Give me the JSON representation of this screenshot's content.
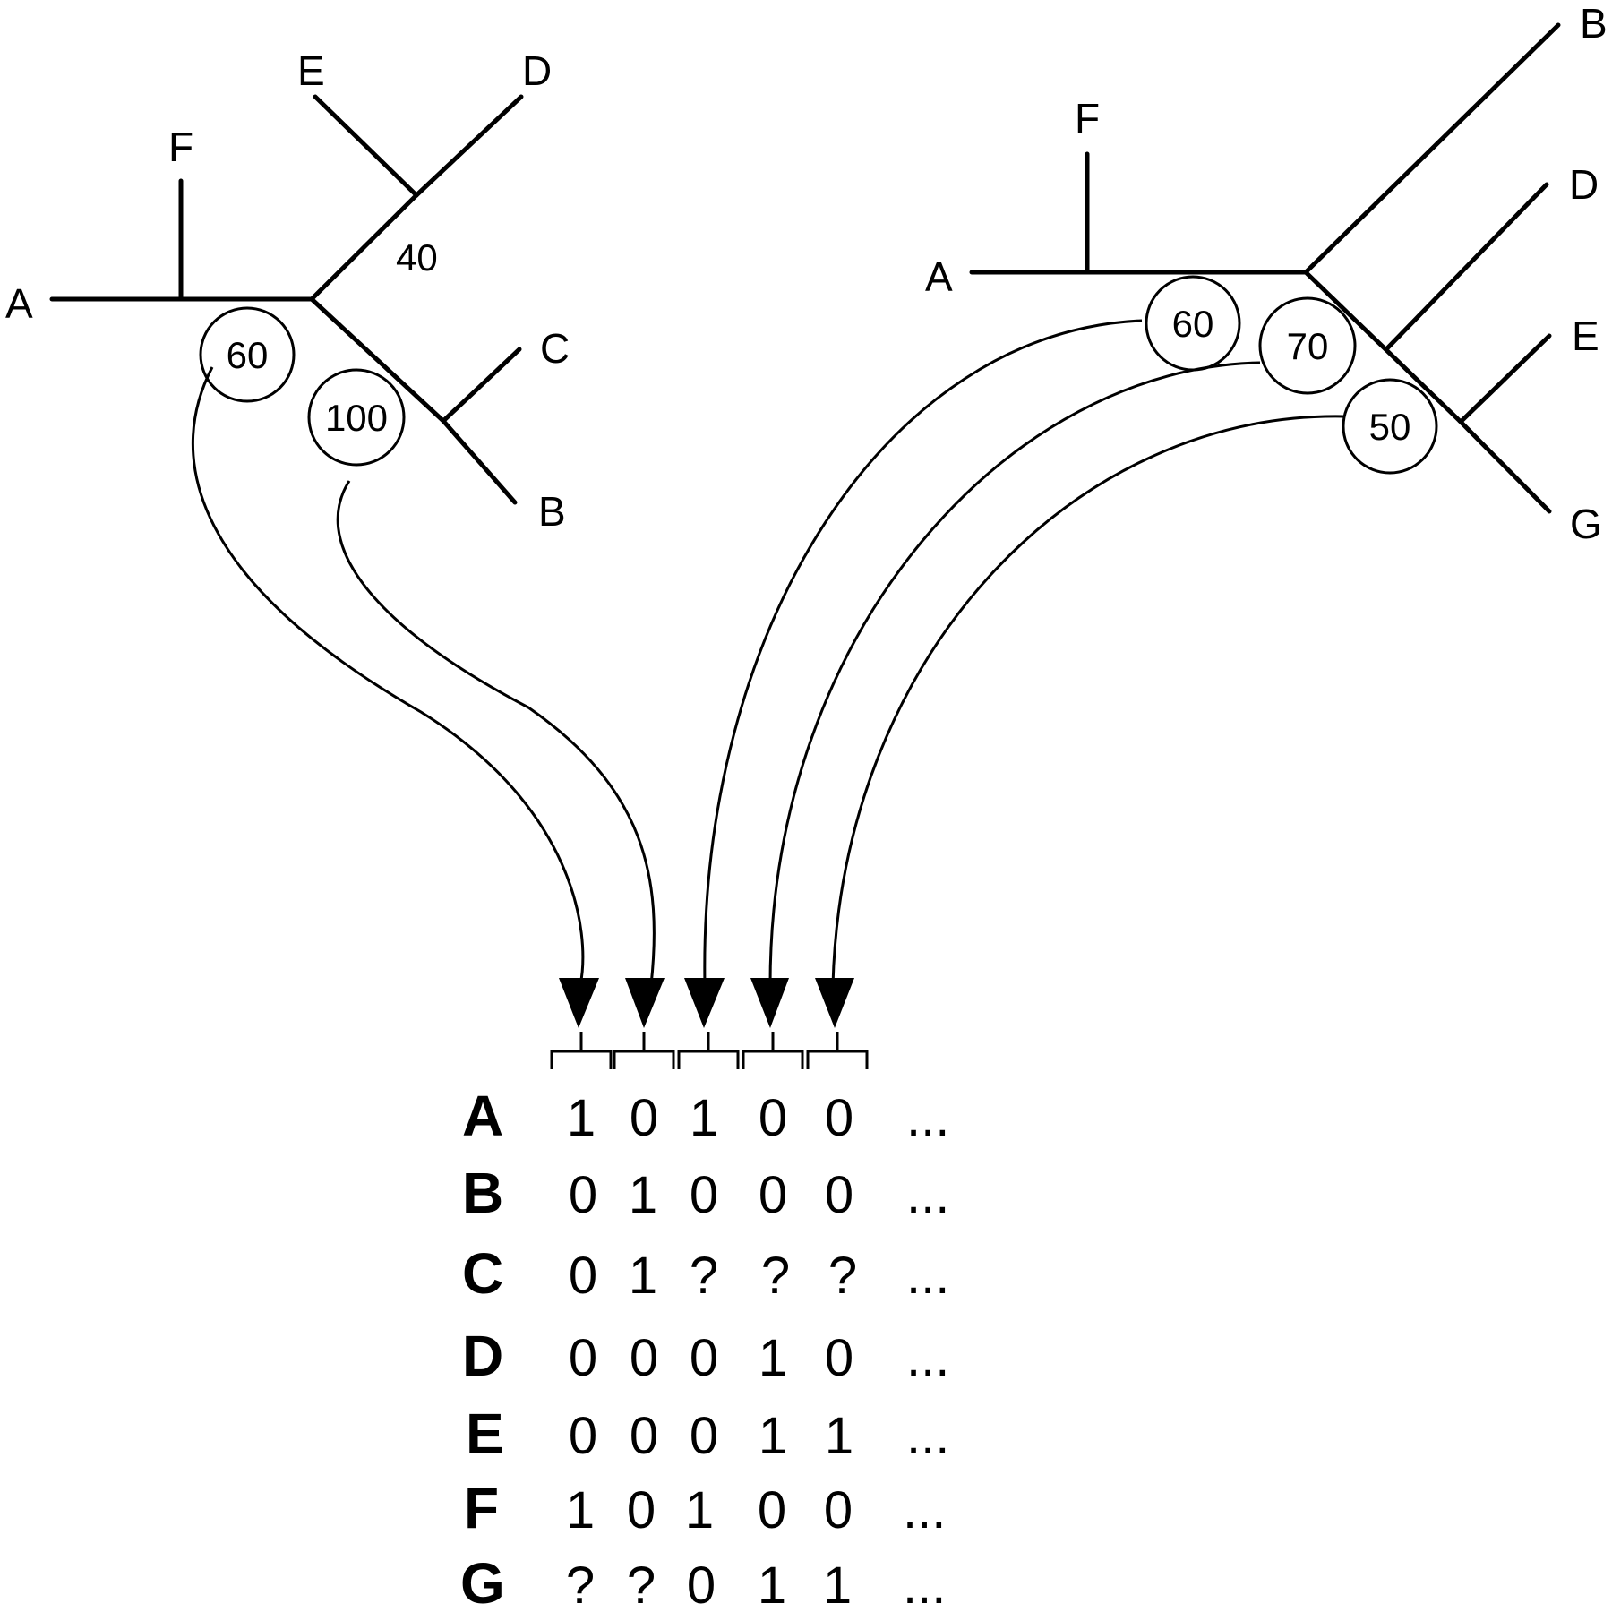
{
  "trees": [
    {
      "taxa": [
        "A",
        "F",
        "E",
        "D",
        "C",
        "B"
      ],
      "plain_label": "40",
      "circled_labels": [
        "60",
        "100"
      ]
    },
    {
      "taxa": [
        "A",
        "F",
        "B",
        "D",
        "E",
        "G"
      ],
      "circled_labels": [
        "60",
        "70",
        "50"
      ]
    }
  ],
  "matrix": {
    "rows": [
      {
        "label": "A",
        "cells": [
          "1",
          "0",
          "1",
          "0",
          "0"
        ],
        "more": "..."
      },
      {
        "label": "B",
        "cells": [
          "0",
          "1",
          "0",
          "0",
          "0"
        ],
        "more": "..."
      },
      {
        "label": "C",
        "cells": [
          "0",
          "1",
          "?",
          "?",
          "?"
        ],
        "more": "..."
      },
      {
        "label": "D",
        "cells": [
          "0",
          "0",
          "0",
          "1",
          "0"
        ],
        "more": "..."
      },
      {
        "label": "E",
        "cells": [
          "0",
          "0",
          "0",
          "1",
          "1"
        ],
        "more": "..."
      },
      {
        "label": "F",
        "cells": [
          "1",
          "0",
          "1",
          "0",
          "0"
        ],
        "more": "..."
      },
      {
        "label": "G",
        "cells": [
          "?",
          "?",
          "0",
          "1",
          "1"
        ],
        "more": "..."
      }
    ]
  }
}
